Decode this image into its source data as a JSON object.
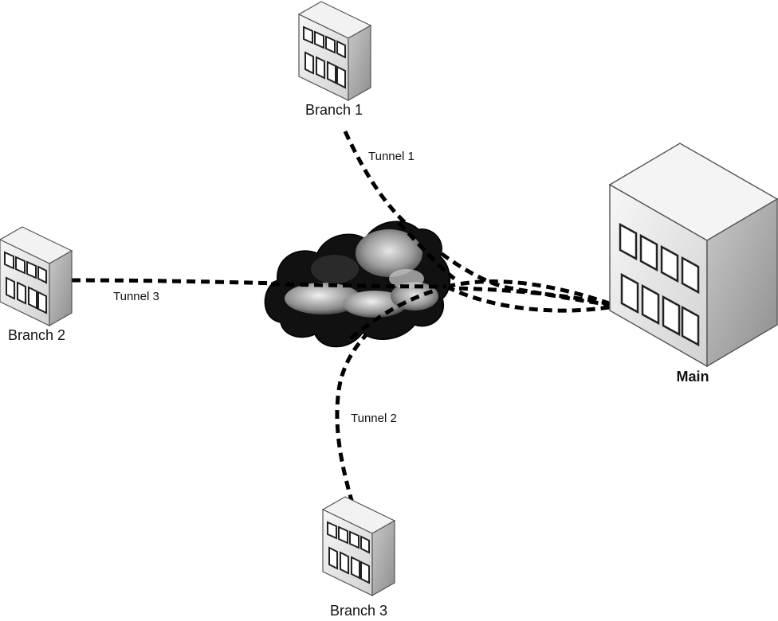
{
  "sites": {
    "branch1": {
      "label": "Branch 1"
    },
    "branch2": {
      "label": "Branch 2"
    },
    "branch3": {
      "label": "Branch 3"
    },
    "main": {
      "label": "Main"
    }
  },
  "tunnels": {
    "tunnel1": {
      "label": "Tunnel 1"
    },
    "tunnel2": {
      "label": "Tunnel 2"
    },
    "tunnel3": {
      "label": "Tunnel 3"
    }
  },
  "icons": {
    "building": "building-icon",
    "cloud": "cloud-icon"
  },
  "colors": {
    "building_front": "#e8e8e8",
    "building_side": "#b4b4b4",
    "building_top": "#f4f4f4",
    "cloud_dark": "#1a1a1a",
    "tunnel_line": "#000000"
  }
}
